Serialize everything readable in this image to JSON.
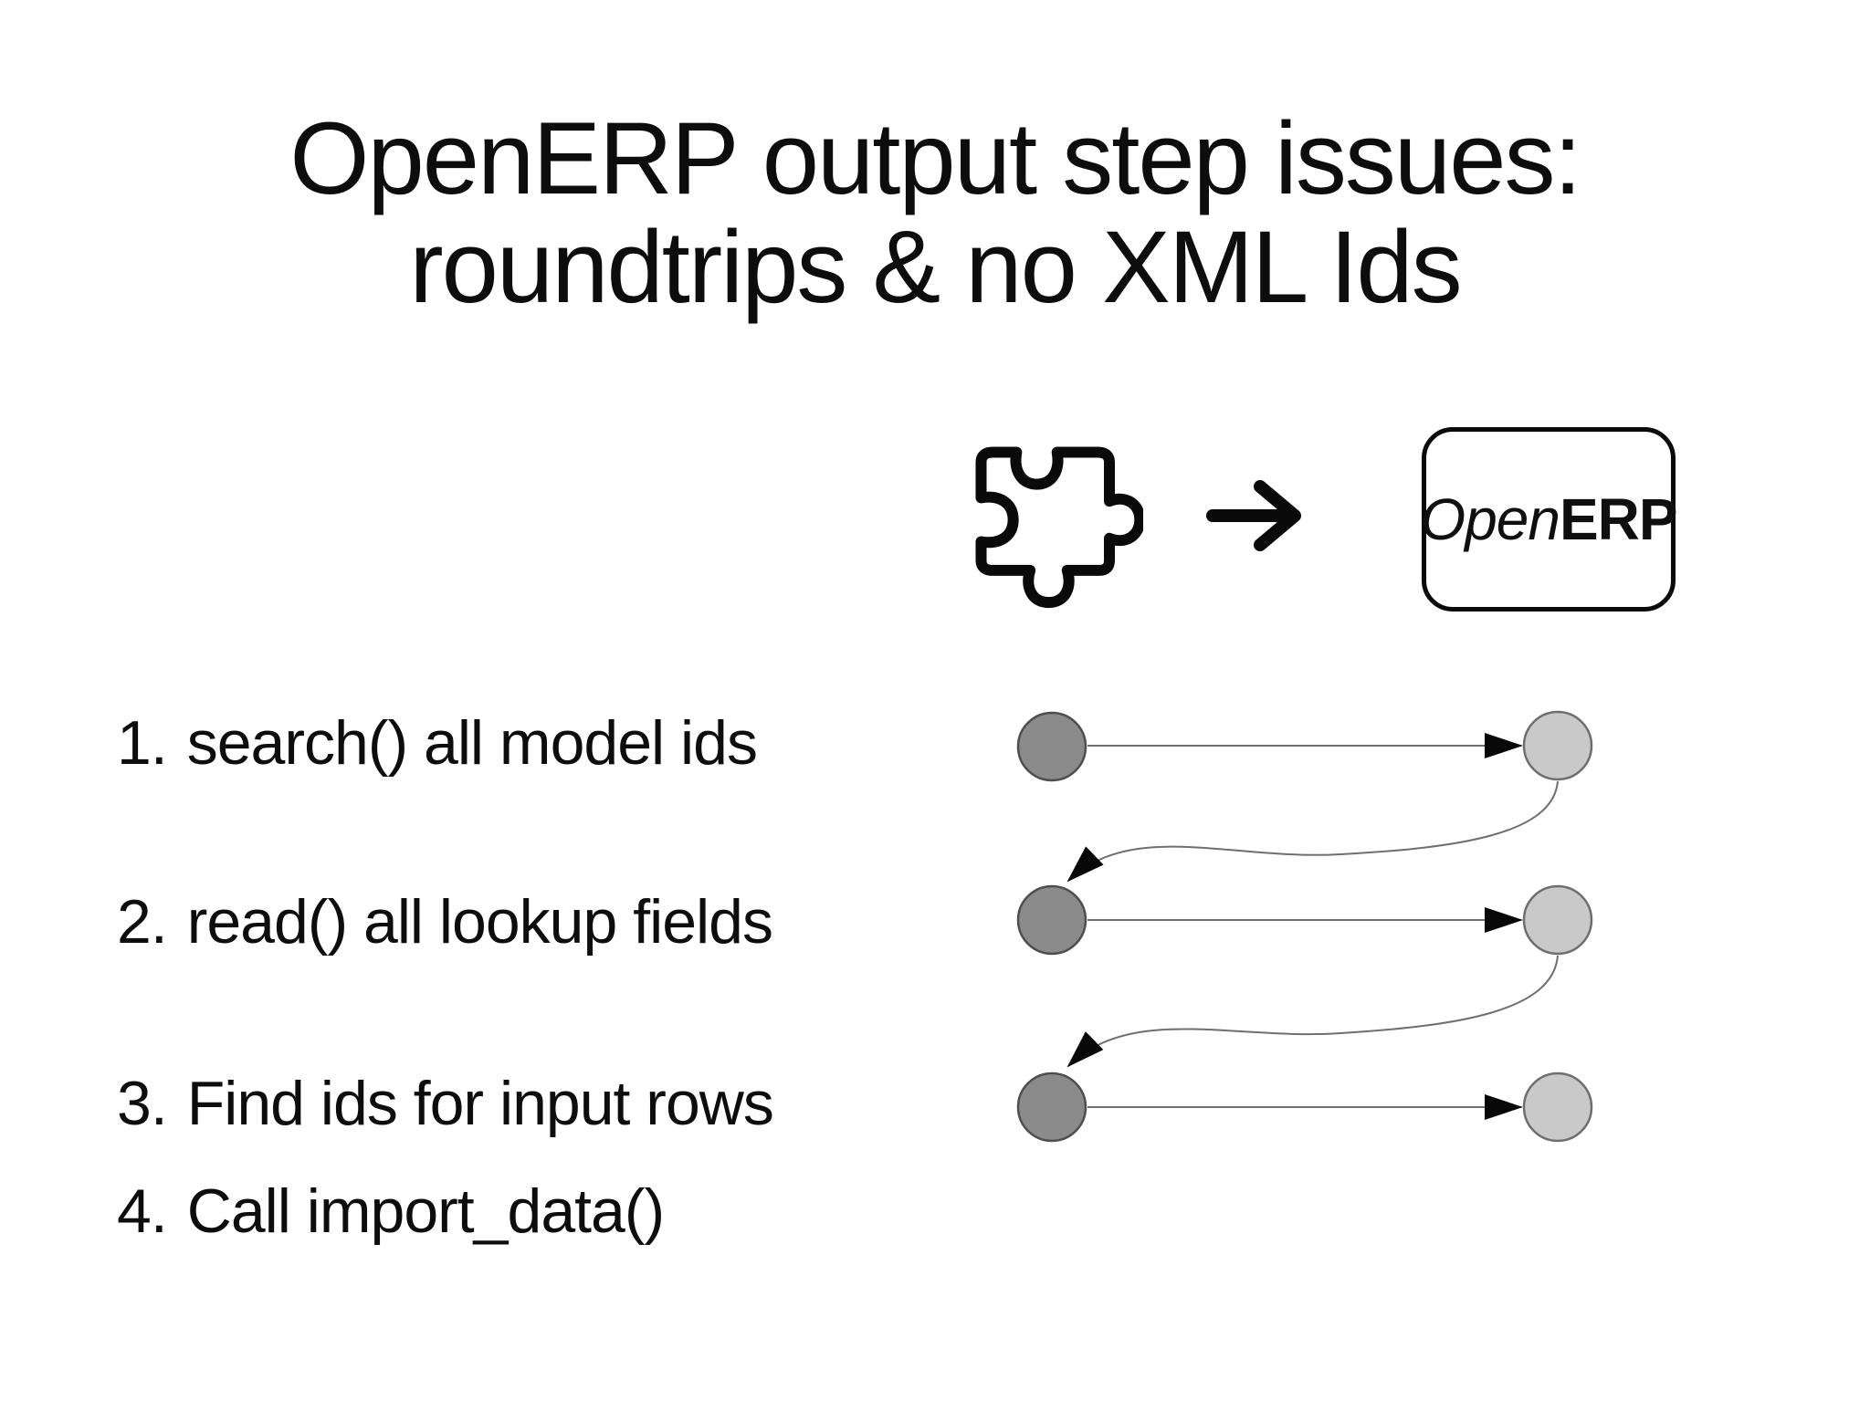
{
  "slide": {
    "title": {
      "line1": "OpenERP output step issues:",
      "line2": "roundtrips & no XML Ids"
    },
    "steps": [
      {
        "num": "1.",
        "text": "search() all model ids"
      },
      {
        "num": "2.",
        "text": "read() all lookup fields"
      },
      {
        "num": "3.",
        "text": "Find ids for input rows"
      },
      {
        "num": "4.",
        "text": "Call import_data()"
      }
    ],
    "logo": {
      "open": "Open",
      "erp": "ERP"
    },
    "icons": {
      "puzzle": "puzzle-piece-icon",
      "arrow": "right-arrow-icon"
    },
    "diagram": {
      "roundtrip_rows": 3,
      "node_pairs_per_row": 2
    },
    "colors": {
      "background": "#ffffff",
      "text": "#0d0d0d",
      "icon": "#0a0a0a",
      "node_dark_fill": "#8b8b8b",
      "node_dark_stroke": "#4e4e4e",
      "node_light_fill": "#c9c9c9",
      "node_light_stroke": "#6e6e6e",
      "connector": "#6f6f6f",
      "arrowhead": "#080808"
    }
  }
}
